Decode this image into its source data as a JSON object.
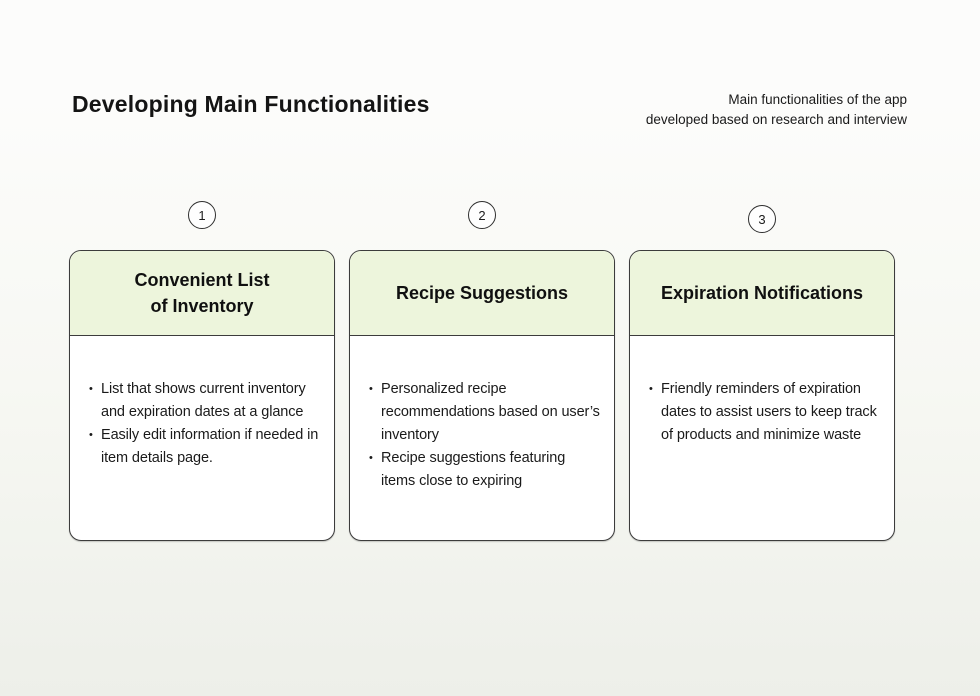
{
  "page": {
    "title": "Developing Main Functionalities",
    "subtitle_line1": "Main functionalities of the app",
    "subtitle_line2": "developed based on research and interview"
  },
  "cards": [
    {
      "number": "1",
      "title_line1": "Convenient List",
      "title_line2": "of Inventory",
      "bullets": [
        "List that shows current inventory and expiration dates at a glance",
        "Easily edit information if needed in item details page."
      ]
    },
    {
      "number": "2",
      "title_line1": "Recipe Suggestions",
      "bullets": [
        "Personalized recipe recommendations based on user’s inventory",
        "Recipe suggestions featuring items close to expiring"
      ]
    },
    {
      "number": "3",
      "title_line1": "Expiration Notifications",
      "bullets": [
        "Friendly reminders of expiration dates to assist users to keep track of products and minimize waste"
      ]
    }
  ],
  "colors": {
    "background_top": "#fcfcfb",
    "background_mid": "#f7f8f3",
    "background_bottom": "#edefe9",
    "header_green": "#edf5dc",
    "card_border": "#3c3c3c",
    "text": "#161616"
  }
}
